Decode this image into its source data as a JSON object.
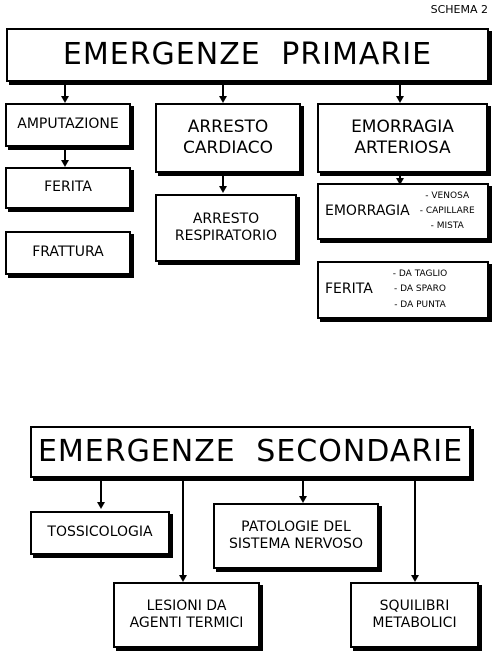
{
  "schema_label": "SCHEMA 2",
  "primary": {
    "title": "EMERGENZE PRIMARIE",
    "amputazione": "AMPUTAZIONE",
    "ferita": "FERITA",
    "frattura": "FRATTURA",
    "arresto_cardiaco": "ARRESTO CARDIACO",
    "arresto_respiratorio": "ARRESTO RESPIRATORIO",
    "emorragia_arteriosa": "EMORRAGIA ARTERIOSA",
    "emorragia": {
      "label": "EMORRAGIA",
      "types": [
        "- VENOSA",
        "- CAPILLARE",
        "- MISTA"
      ]
    },
    "ferita_types": {
      "label": "FERITA",
      "types": [
        "- DA TAGLIO",
        "- DA SPARO",
        "- DA PUNTA"
      ]
    }
  },
  "secondary": {
    "title": "EMERGENZE SECONDARIE",
    "tossicologia": "TOSSICOLOGIA",
    "patologie": "PATOLOGIE DEL SISTEMA NERVOSO",
    "lesioni": "LESIONI DA AGENTI TERMICI",
    "squilibri": "SQUILIBRI METABOLICI"
  }
}
